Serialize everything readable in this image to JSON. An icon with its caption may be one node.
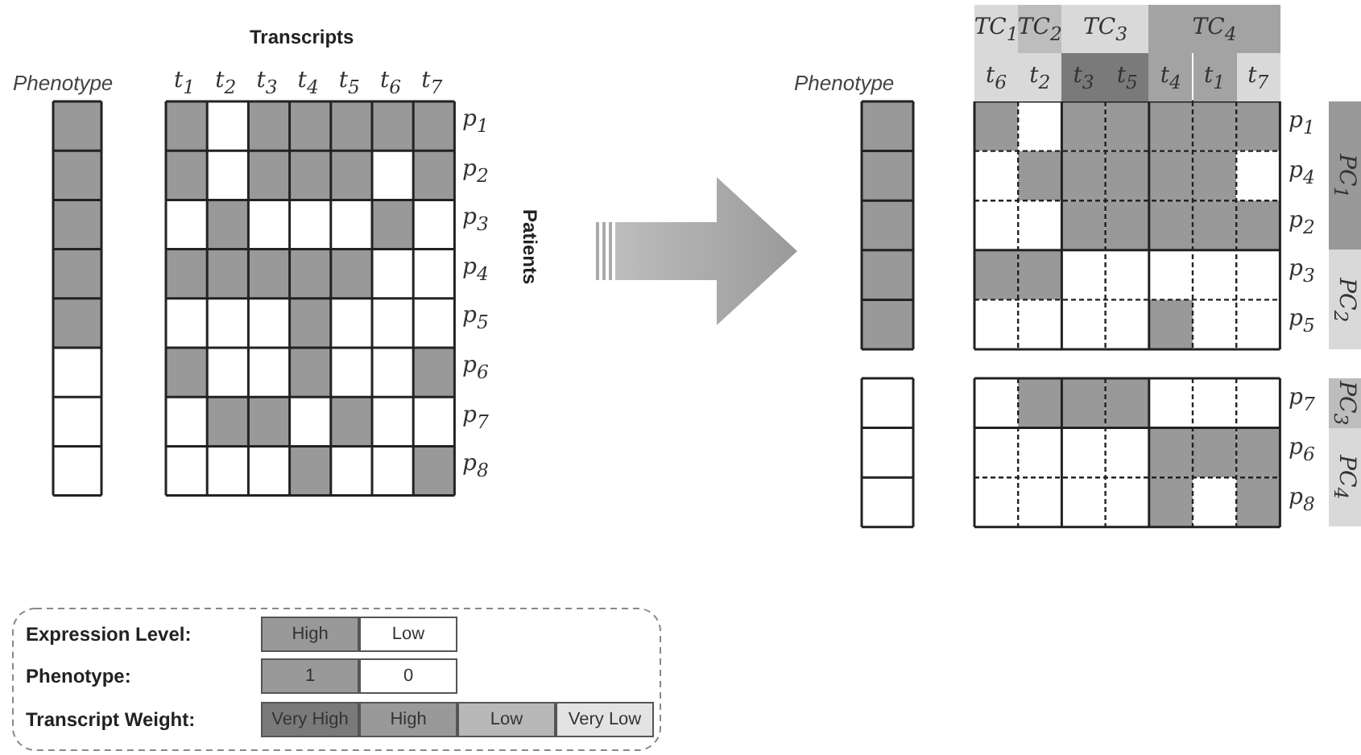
{
  "diagram": {
    "labels": [
      "Transcripts",
      "Phenotype",
      "t$_{1}$",
      "t$_{2}$",
      "t$_{3}$",
      "t$_{4}$",
      "t$_{5}$",
      "t$_{6}$",
      "t$_{7}$",
      "p$_{1}$",
      "p$_{2}$",
      "p$_{3}$",
      "p$_{4}$",
      "p$_{5}$",
      "p$_{6}$",
      "p$_{7}$",
      "p$_{8}$",
      "Patients",
      "TC$_{1}$",
      "TC$_{2}$",
      "TC$_{3}$",
      "TC$_{4}$",
      "Phenotype",
      "t$_{6}$",
      "t$_{2}$",
      "t$_{3}$",
      "t$_{5}$",
      "t$_{4}$",
      "t$_{1}$",
      "t$_{7}$",
      "p$_{1}$",
      "p$_{4}$",
      "p$_{2}$",
      "p$_{3}$",
      "p$_{5}$",
      "PC$_{1}$",
      "PC$_{2}$",
      "p$_{7}$",
      "p$_{6}$",
      "p$_{8}$",
      "PC$_{3}$",
      "PC$_{4}$",
      "Expression Level:",
      "Phenotype:",
      "Transcript Weight:"
    ],
    "legend": [
      {
        "text": "High",
        "color": "#999999"
      },
      {
        "text": "Low",
        "color": "#ffffff"
      },
      {
        "text": "1",
        "color": "#999999"
      },
      {
        "text": "0",
        "color": "#ffffff"
      },
      {
        "text": "Very High",
        "color": "#7a7a7a"
      },
      {
        "text": "High",
        "color": "#999999"
      },
      {
        "text": "Low",
        "color": "#b8b8b8"
      },
      {
        "text": "Very Low",
        "color": "#e3e3e3"
      }
    ]
  }
}
